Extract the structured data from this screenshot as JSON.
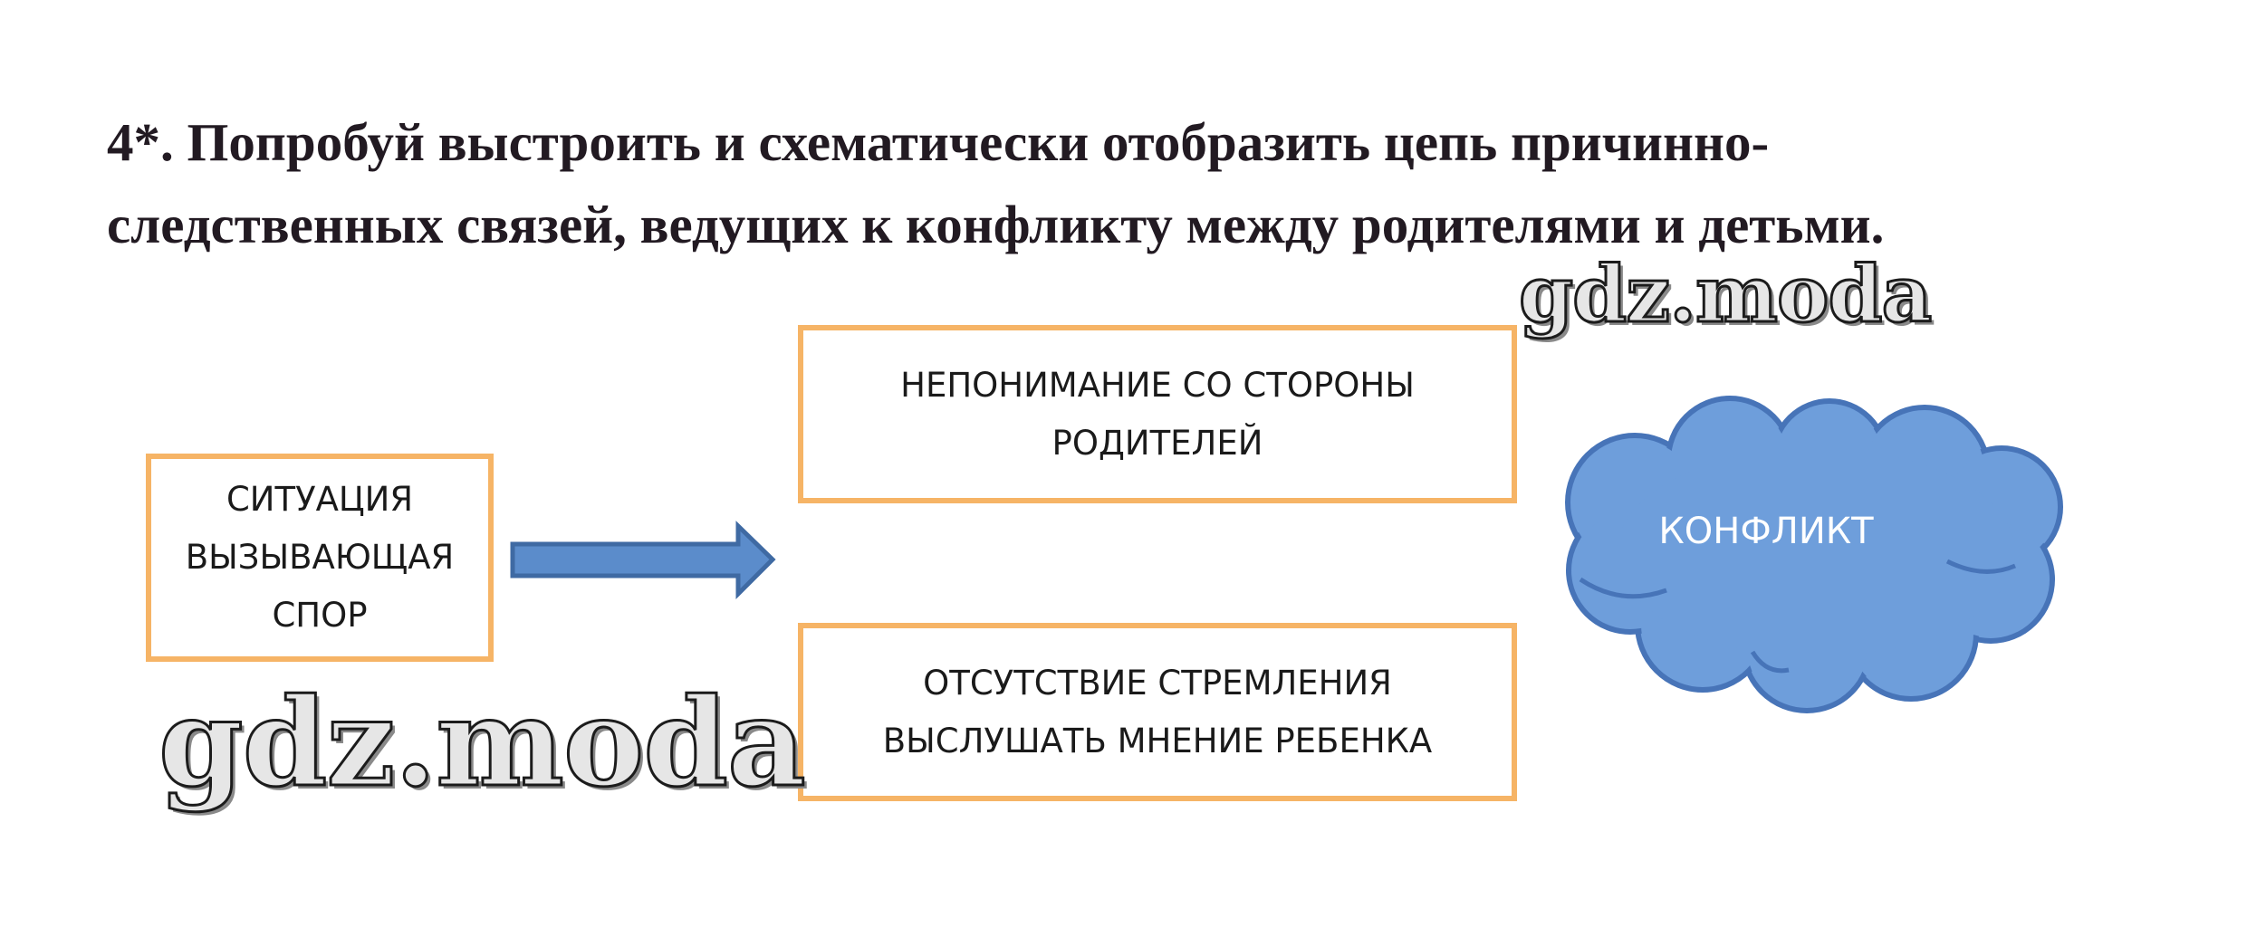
{
  "task": {
    "heading_line1": "4*. Попробуй выстроить и схематически отобразить цепь причинно-",
    "heading_line2": "следственных связей, ведущих к конфликту между родителями и детьми."
  },
  "diagram": {
    "situation": {
      "line1": "СИТУАЦИЯ",
      "line2": "ВЫЗЫВАЮЩАЯ",
      "line3": "СПОР"
    },
    "cause_parents": {
      "line1": "НЕПОНИМАНИЕ СО СТОРОНЫ",
      "line2": "РОДИТЕЛЕЙ"
    },
    "cause_listen": {
      "line1": "ОТСУТСТВИЕ СТРЕМЛЕНИЯ",
      "line2": "ВЫСЛУШАТЬ МНЕНИЕ РЕБЕНКА"
    },
    "result": {
      "label": "КОНФЛИКТ"
    }
  },
  "watermarks": {
    "logo_top": "gdz.moda",
    "logo_bottom": "gdz.moda"
  },
  "colors": {
    "box_border": "#f6b466",
    "arrow_fill": "#5b8ccb",
    "arrow_stroke": "#3f6aa3",
    "cloud_fill": "#6e9edb",
    "cloud_stroke": "#4774b8",
    "heading_text": "#221a22"
  }
}
